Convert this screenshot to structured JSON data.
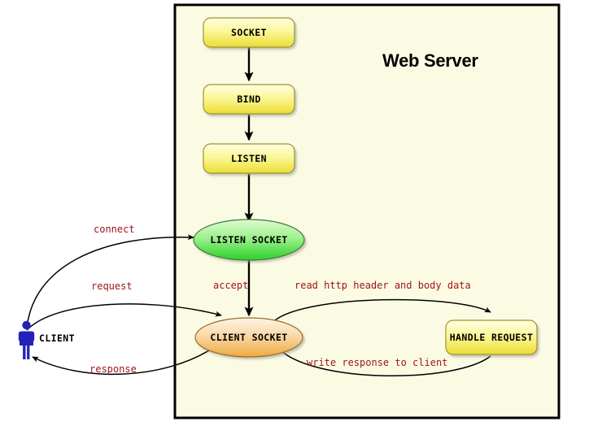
{
  "diagram": {
    "title": "Web Server",
    "container": {
      "label": "web-server-boundary",
      "fill": "#fbfbe4",
      "border": "#000000"
    },
    "accent_colors": {
      "process_box_top": "#fdfdd0",
      "process_box_bottom": "#ece03a",
      "listen_socket_top": "#c9f5bb",
      "listen_socket_bottom": "#33d32f",
      "client_socket_top": "#fbf0dd",
      "client_socket_bottom": "#f0ad4e",
      "edge_label": "#9c1318",
      "actor": "#2222bb",
      "stroke": "#000000"
    },
    "nodes": [
      {
        "id": "socket",
        "label": "SOCKET",
        "shape": "rounded-box"
      },
      {
        "id": "bind",
        "label": "BIND",
        "shape": "rounded-box"
      },
      {
        "id": "listen",
        "label": "LISTEN",
        "shape": "rounded-box"
      },
      {
        "id": "listen-socket",
        "label": "LISTEN SOCKET",
        "shape": "ellipse"
      },
      {
        "id": "client-socket",
        "label": "CLIENT SOCKET",
        "shape": "ellipse"
      },
      {
        "id": "handle-request",
        "label": "HANDLE REQUEST",
        "shape": "rounded-box"
      }
    ],
    "actor": {
      "id": "client",
      "label": "CLIENT"
    },
    "edges": [
      {
        "id": "socket-bind",
        "label": "",
        "from": "socket",
        "to": "bind"
      },
      {
        "id": "bind-listen",
        "label": "",
        "from": "bind",
        "to": "listen"
      },
      {
        "id": "listen-listensocket",
        "label": "",
        "from": "listen",
        "to": "listen-socket"
      },
      {
        "id": "connect",
        "label": "connect",
        "from": "client",
        "to": "listen-socket"
      },
      {
        "id": "accept",
        "label": "accept",
        "from": "listen-socket",
        "to": "client-socket"
      },
      {
        "id": "request",
        "label": "request",
        "from": "client",
        "to": "client-socket"
      },
      {
        "id": "read-http",
        "label": "read http header and body data",
        "from": "client-socket",
        "to": "handle-request"
      },
      {
        "id": "write-response",
        "label": "write response to client",
        "from": "handle-request",
        "to": "client-socket"
      },
      {
        "id": "response",
        "label": "response",
        "from": "client-socket",
        "to": "client"
      }
    ]
  }
}
